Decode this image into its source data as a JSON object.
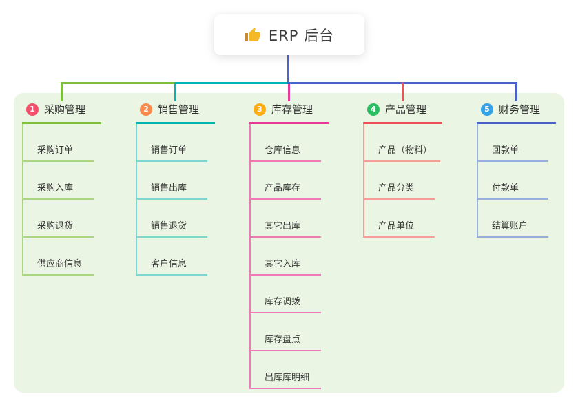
{
  "root": {
    "label": "ERP 后台",
    "icon": "thumbs-up-icon"
  },
  "branches": [
    {
      "badge": "1",
      "title": "采购管理",
      "badge_color": "#f3516b",
      "line_color": "#7cc03e",
      "child_line_color": "#a9d67f",
      "children": [
        "采购订单",
        "采购入库",
        "采购退货",
        "供应商信息"
      ]
    },
    {
      "badge": "2",
      "title": "销售管理",
      "badge_color": "#fb8b4c",
      "line_color": "#00b5b4",
      "child_line_color": "#7fd6d0",
      "children": [
        "销售订单",
        "销售出库",
        "销售退货",
        "客户信息"
      ]
    },
    {
      "badge": "3",
      "title": "库存管理",
      "badge_color": "#fbad18",
      "line_color": "#e8399a",
      "child_line_color": "#f07ab8",
      "children": [
        "仓库信息",
        "产品库存",
        "其它出库",
        "其它入库",
        "库存调拨",
        "库存盘点",
        "出库库明细"
      ]
    },
    {
      "badge": "4",
      "title": "产品管理",
      "badge_color": "#2bbd62",
      "line_color": "#f05156",
      "child_line_color": "#f59d96",
      "children": [
        "产品（物料）",
        "产品分类",
        "产品单位"
      ]
    },
    {
      "badge": "5",
      "title": "财务管理",
      "badge_color": "#32a3e6",
      "line_color": "#4a63c8",
      "child_line_color": "#97afdd",
      "children": [
        "回款单",
        "付款单",
        "结算账户"
      ]
    }
  ],
  "colors": {
    "panel_bg": "#eaf6e3",
    "root_line": "#5165c8",
    "card_bg": "#ffffff",
    "icon_yellow": "#f5b928",
    "icon_cuff": "#c98a2c",
    "title_text": "#333333",
    "child_text": "#3a3a3a"
  }
}
